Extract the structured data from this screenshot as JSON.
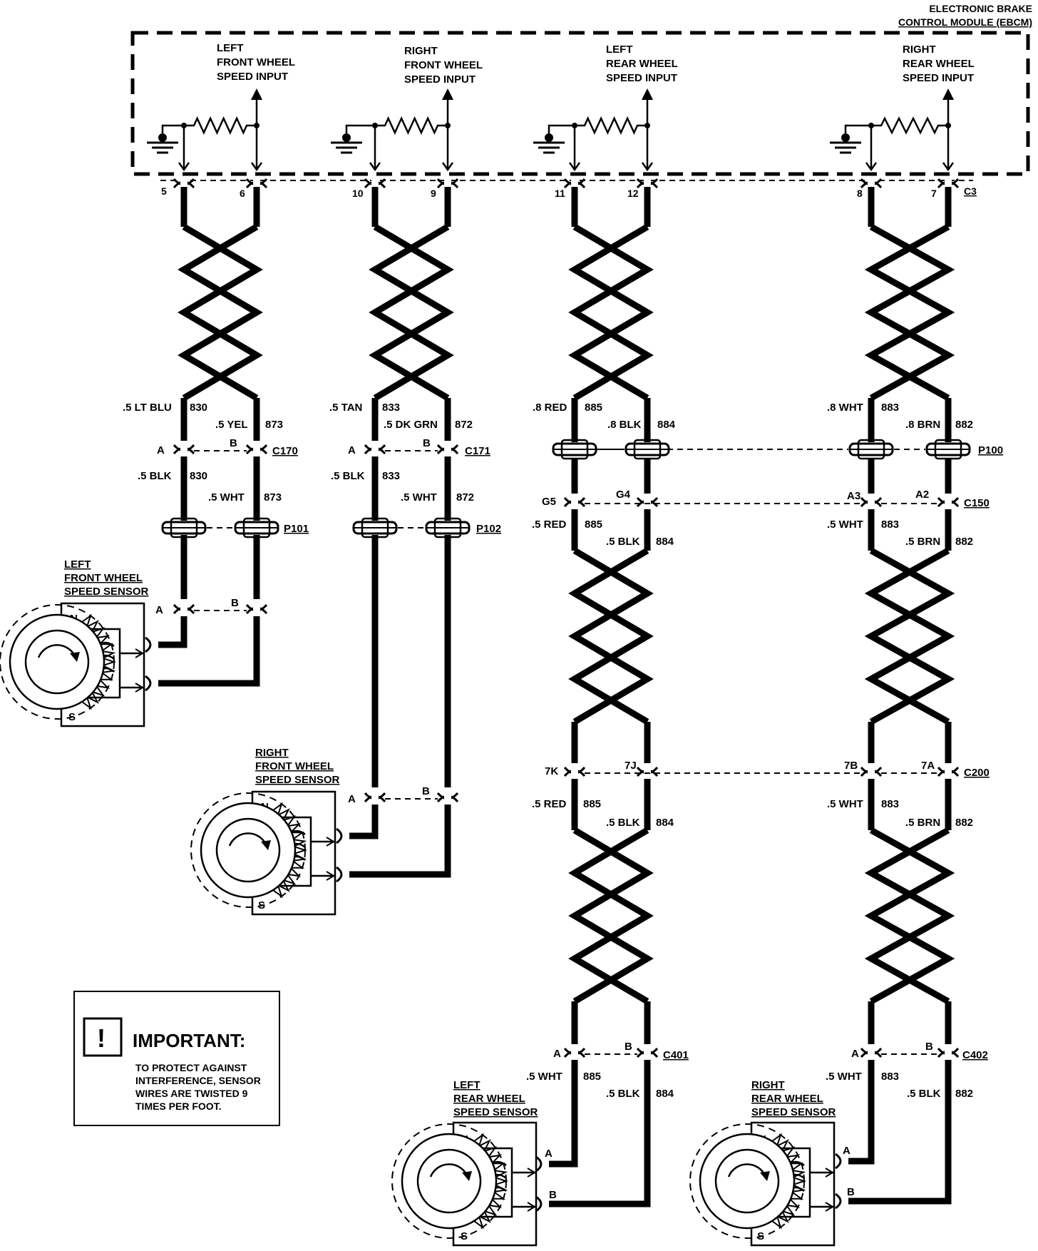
{
  "module": {
    "title_line1": "ELECTRONIC BRAKE",
    "title_line2": "CONTROL MODULE (EBCM)",
    "connector": "C3"
  },
  "inputs": [
    {
      "line1": "LEFT",
      "line2": "FRONT WHEEL",
      "line3": "SPEED INPUT"
    },
    {
      "line1": "RIGHT",
      "line2": "FRONT WHEEL",
      "line3": "SPEED INPUT"
    },
    {
      "line1": "LEFT",
      "line2": "REAR WHEEL",
      "line3": "SPEED INPUT"
    },
    {
      "line1": "RIGHT",
      "line2": "REAR WHEEL",
      "line3": "SPEED INPUT"
    }
  ],
  "pins": [
    "5",
    "6",
    "10",
    "9",
    "11",
    "12",
    "8",
    "7"
  ],
  "wires": {
    "lf1": {
      "color": ".5 LT BLU",
      "circuit": "830"
    },
    "lf2": {
      "color": ".5 YEL",
      "circuit": "873"
    },
    "lf3": {
      "color": ".5 BLK",
      "circuit": "830"
    },
    "lf4": {
      "color": ".5 WHT",
      "circuit": "873"
    },
    "rf1": {
      "color": ".5 TAN",
      "circuit": "833"
    },
    "rf2": {
      "color": ".5 DK GRN",
      "circuit": "872"
    },
    "rf3": {
      "color": ".5 BLK",
      "circuit": "833"
    },
    "rf4": {
      "color": ".5 WHT",
      "circuit": "872"
    },
    "lr1": {
      "color": ".8 RED",
      "circuit": "885"
    },
    "lr2": {
      "color": ".8 BLK",
      "circuit": "884"
    },
    "lr3": {
      "color": ".5 RED",
      "circuit": "885"
    },
    "lr4": {
      "color": ".5 BLK",
      "circuit": "884"
    },
    "lr5": {
      "color": ".5 RED",
      "circuit": "885"
    },
    "lr6": {
      "color": ".5 BLK",
      "circuit": "884"
    },
    "lr7": {
      "color": ".5 WHT",
      "circuit": "885"
    },
    "lr8": {
      "color": ".5 BLK",
      "circuit": "884"
    },
    "rr1": {
      "color": ".8 WHT",
      "circuit": "883"
    },
    "rr2": {
      "color": ".8 BRN",
      "circuit": "882"
    },
    "rr3": {
      "color": ".5 WHT",
      "circuit": "883"
    },
    "rr4": {
      "color": ".5 BRN",
      "circuit": "882"
    },
    "rr5": {
      "color": ".5 WHT",
      "circuit": "883"
    },
    "rr6": {
      "color": ".5 BRN",
      "circuit": "882"
    },
    "rr7": {
      "color": ".5 WHT",
      "circuit": "883"
    },
    "rr8": {
      "color": ".5 BLK",
      "circuit": "882"
    }
  },
  "connectors": {
    "c170": "C170",
    "c171": "C171",
    "p101": "P101",
    "p102": "P102",
    "p100": "P100",
    "c150": "C150",
    "c200": "C200",
    "c401": "C401",
    "c402": "C402"
  },
  "terminals": {
    "a": "A",
    "b": "B",
    "g5": "G5",
    "g4": "G4",
    "a3": "A3",
    "a2": "A2",
    "t7k": "7K",
    "t7j": "7J",
    "t7b": "7B",
    "t7a": "7A"
  },
  "sensors": [
    {
      "line1": "LEFT",
      "line2": "FRONT WHEEL",
      "line3": "SPEED SENSOR"
    },
    {
      "line1": "RIGHT",
      "line2": "FRONT WHEEL",
      "line3": "SPEED SENSOR"
    },
    {
      "line1": "LEFT",
      "line2": "REAR WHEEL",
      "line3": "SPEED SENSOR"
    },
    {
      "line1": "RIGHT",
      "line2": "REAR WHEEL",
      "line3": "SPEED SENSOR"
    }
  ],
  "sensor_poles": {
    "north": "N",
    "south": "S"
  },
  "important": {
    "heading": "IMPORTANT:",
    "line1": "TO PROTECT AGAINST",
    "line2": "INTERFERENCE, SENSOR",
    "line3": "WIRES ARE TWISTED 9",
    "line4": "TIMES PER FOOT."
  }
}
